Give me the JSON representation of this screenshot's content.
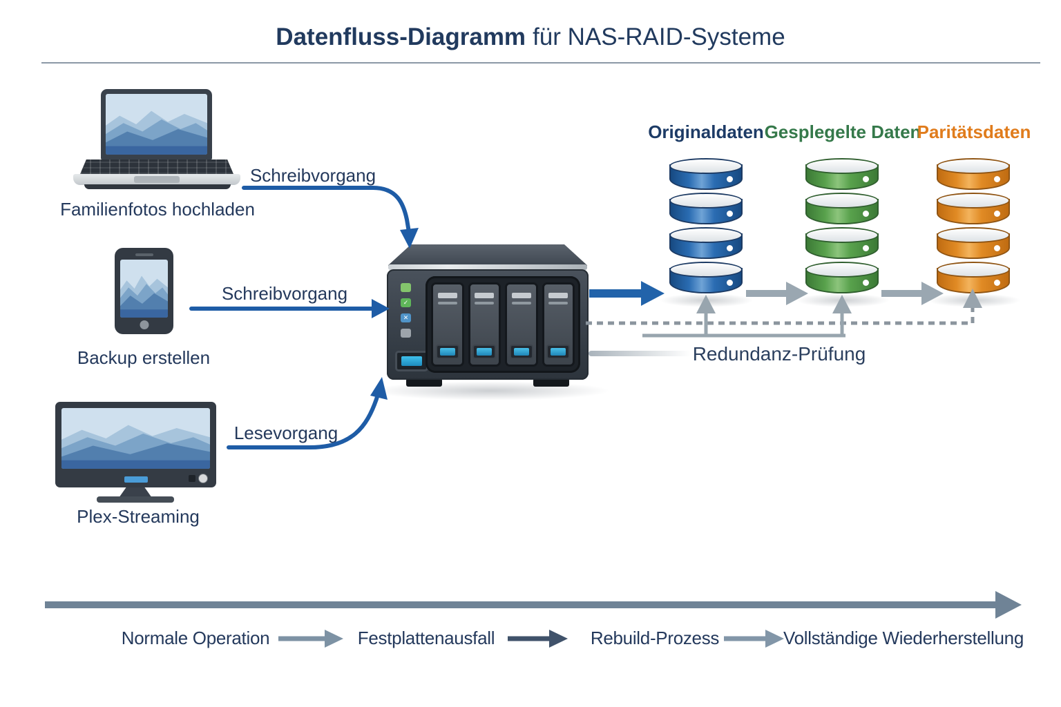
{
  "title": {
    "main": "Datenfluss-Diagramm",
    "suffix": "für NAS-RAID-Systeme"
  },
  "sources": [
    {
      "device": "laptop",
      "label": "Familienfotos hochladen",
      "operation": "Schreibvorgang"
    },
    {
      "device": "smartphone",
      "label": "Backup erstellen",
      "operation": "Schreibvorgang"
    },
    {
      "device": "monitor",
      "label": "Plex-Streaming",
      "operation": "Lesevorgang"
    }
  ],
  "nas": {
    "drive_bays": 4
  },
  "storage_stacks": [
    {
      "label": "Originaldaten",
      "label_color": "#1d3b66",
      "disk_color": "#2a6cb2"
    },
    {
      "label": "Gesplegelte Daten",
      "label_color": "#35794a",
      "disk_color": "#58a14c"
    },
    {
      "label": "Paritätsdaten",
      "label_color": "#e07c1c",
      "disk_color": "#e08a24"
    }
  ],
  "redundancy": {
    "label": "Redundanz-Prüfung"
  },
  "timeline": {
    "stages": [
      "Normale Operation",
      "Festplattenausfall",
      "Rebuild-Prozess",
      "Vollständige Wiederherstellung"
    ]
  },
  "colors": {
    "title_text": "#213a5e",
    "body_text": "#24395c",
    "write_read_arrow": "#1e5ca6",
    "mirror_arrow": "#9aa7b1",
    "dashed_line": "#8b959e",
    "redundancy_bus": "#98a5ae",
    "timeline_bar": "#6f8396"
  }
}
